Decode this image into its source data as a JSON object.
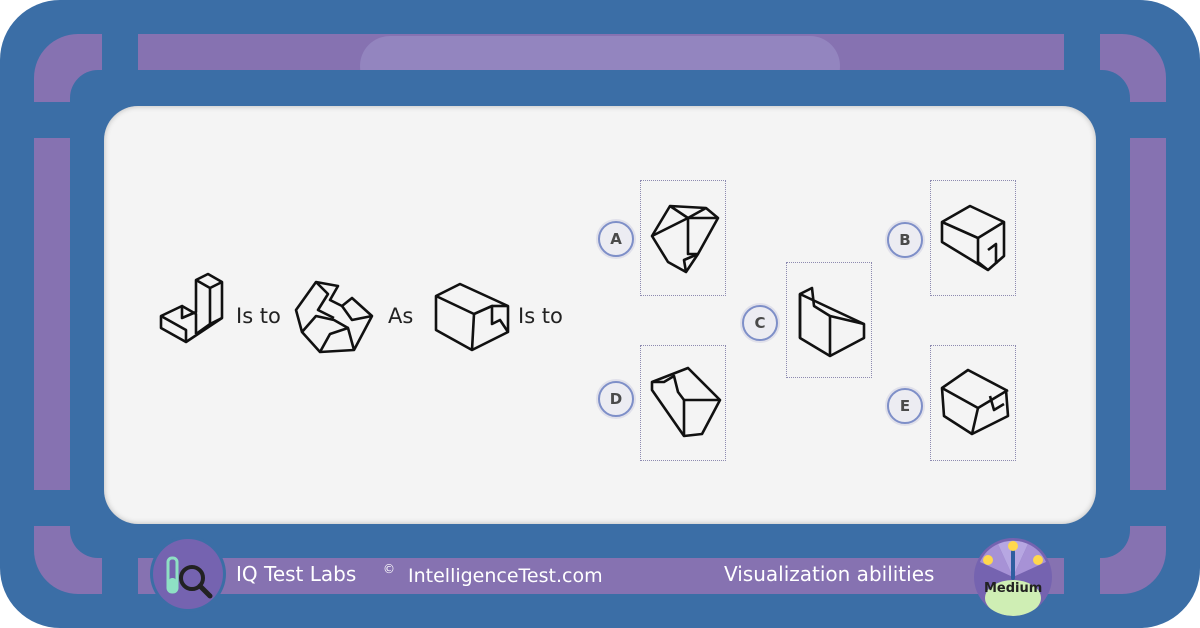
{
  "analogy": {
    "word1": "Is to",
    "word2": "As",
    "word3": "Is to"
  },
  "options": {
    "a": "A",
    "b": "B",
    "c": "C",
    "d": "D",
    "e": "E"
  },
  "footer": {
    "brand": "IQ Test Labs",
    "copyright": "©",
    "website": "IntelligenceTest.com",
    "category": "Visualization abilities",
    "difficulty": "Medium"
  },
  "colors": {
    "frame_blue": "#3b6ea6",
    "frame_purple": "#8672b1",
    "panel": "#f4f4f4"
  }
}
